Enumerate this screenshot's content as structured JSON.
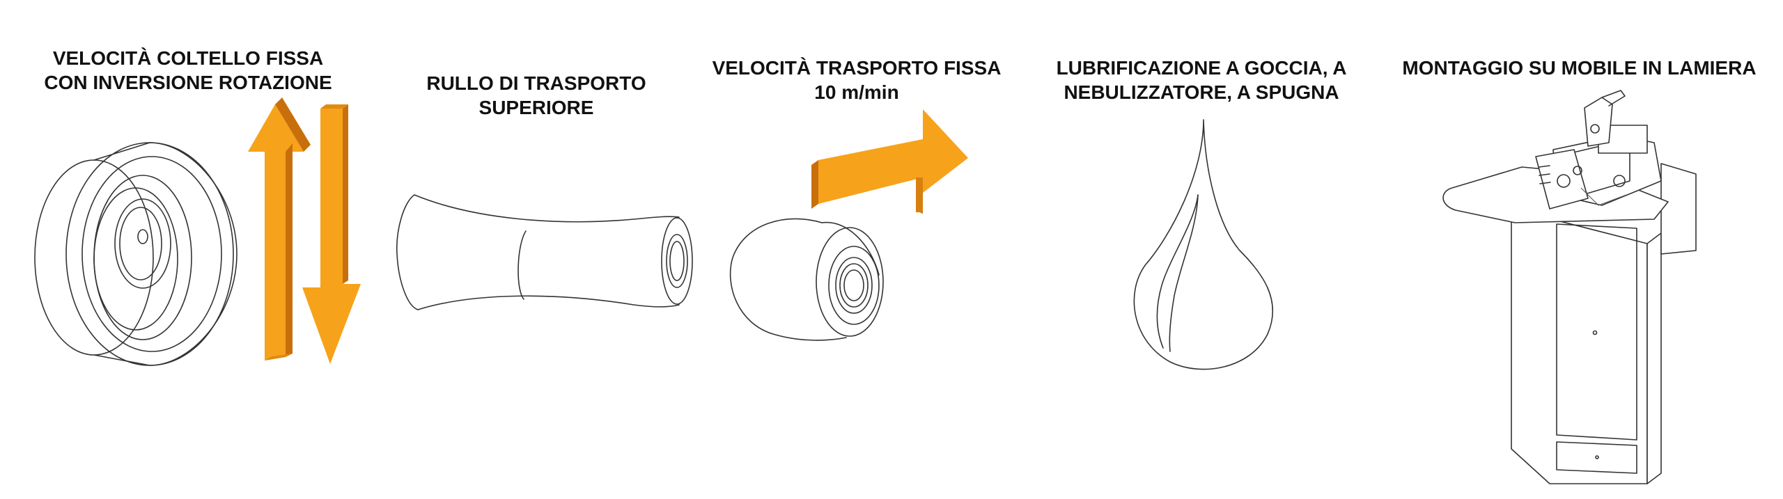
{
  "features": [
    {
      "line1": "VELOCITÀ COLTELLO FISSA",
      "line2": "CON INVERSIONE ROTAZIONE"
    },
    {
      "line1": "RULLO DI TRASPORTO",
      "line2": "SUPERIORE"
    },
    {
      "line1": "VELOCITÀ TRASPORTO FISSA",
      "line2": "10 m/min"
    },
    {
      "line1": "LUBRIFICAZIONE A GOCCIA, A",
      "line2": "NEBULIZZATORE, A SPUGNA"
    },
    {
      "line1": "MONTAGGIO SU MOBILE IN LAMIERA",
      "line2": ""
    }
  ],
  "colors": {
    "arrow_light": "#f7a21b",
    "arrow_dark": "#c86f0c",
    "line": "#333333"
  },
  "icons": [
    "knife-drum-icon",
    "rotation-arrows-icon",
    "feed-roller-icon",
    "feed-direction-arrow-icon",
    "wheel-icon",
    "drop-icon",
    "cabinet-machine-icon"
  ]
}
